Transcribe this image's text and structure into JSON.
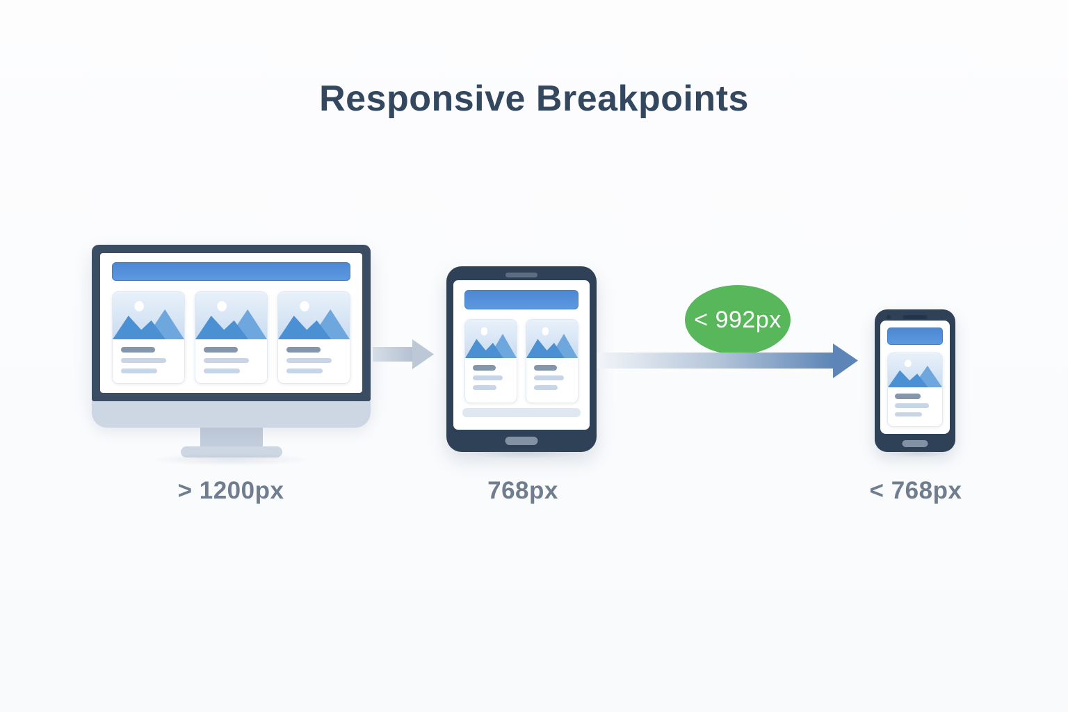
{
  "title": "Responsive Breakpoints",
  "devices": [
    {
      "name": "desktop-monitor",
      "label": "> 1200px",
      "card_count": 3
    },
    {
      "name": "tablet",
      "label": "768px",
      "card_count": 2
    },
    {
      "name": "phone",
      "label": "< 768px",
      "card_count": 1
    }
  ],
  "badge": {
    "label": "< 992px",
    "color": "#57b75a"
  },
  "colors": {
    "accent_blue": "#5591dc",
    "device_frame_dark": "#2f4156",
    "monitor_frame": "#3b4d63",
    "badge_green": "#57b75a",
    "arrow_light": "#c2cdda",
    "arrow_steel_blue": "#5d85b7",
    "label_gray": "#6f7d8e",
    "title_color": "#33475e"
  }
}
